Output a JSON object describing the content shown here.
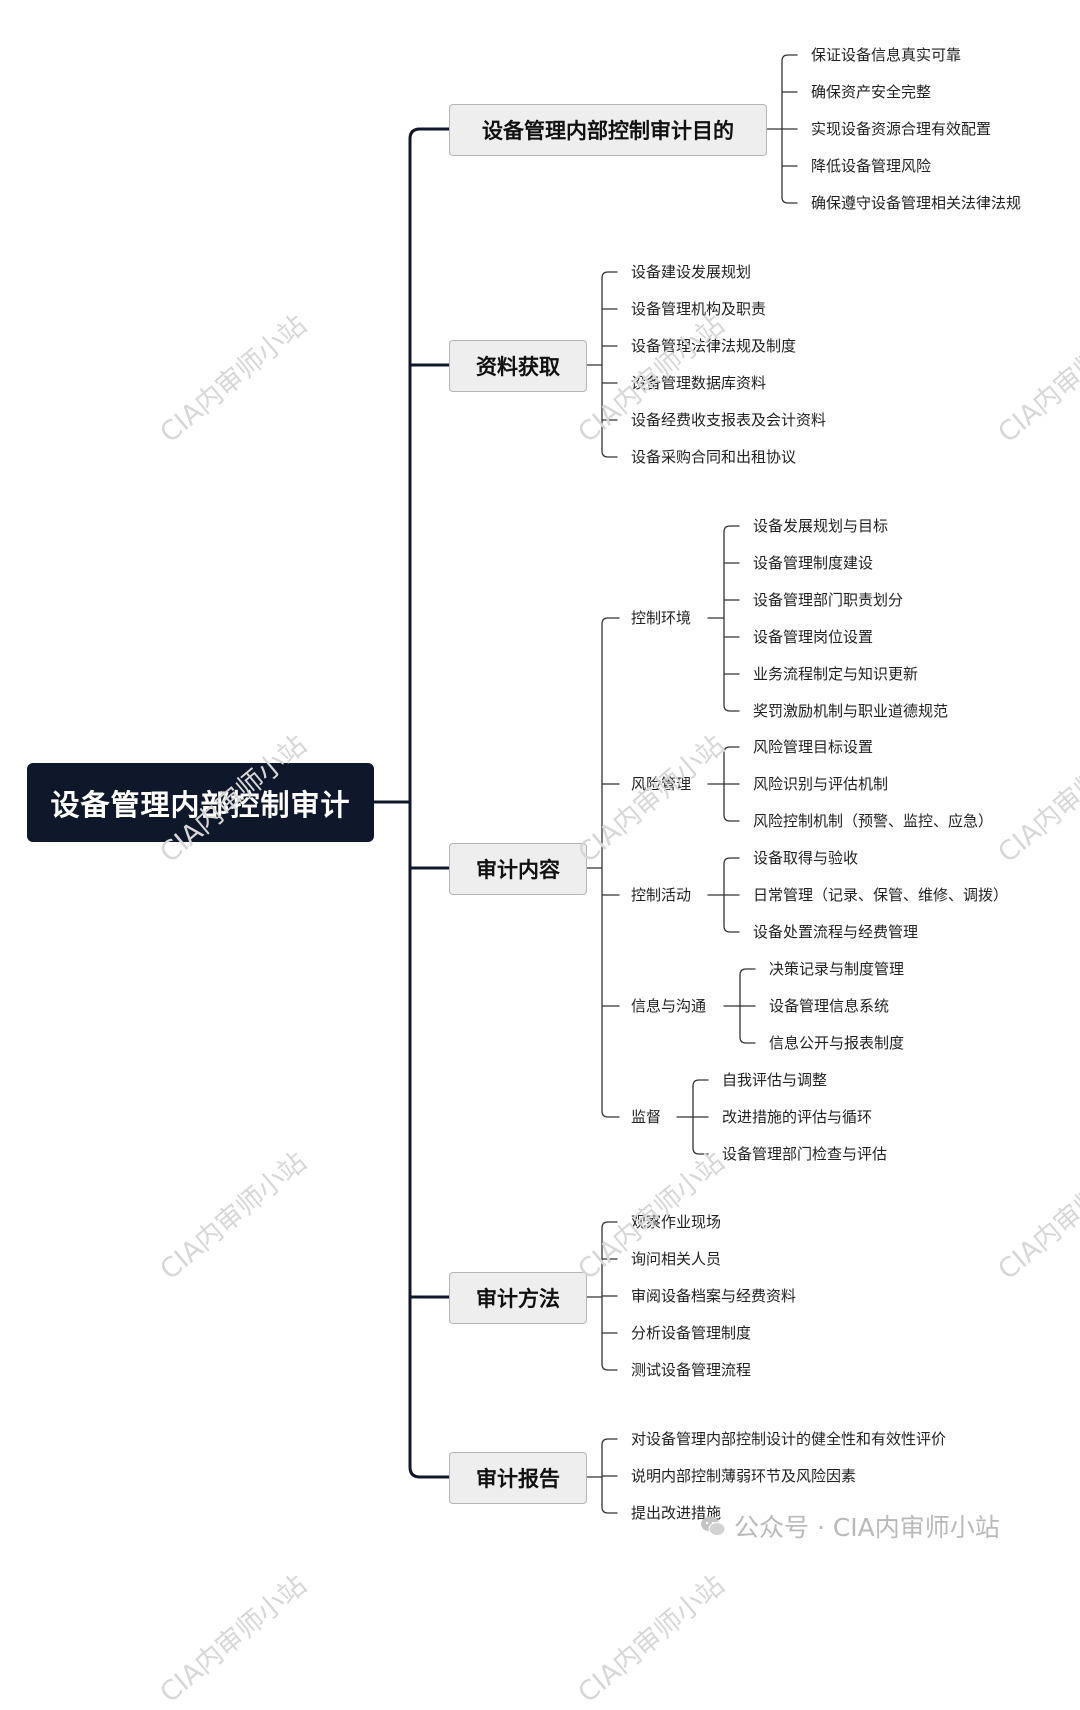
{
  "root": "设备管理内部控制审计",
  "branches": [
    {
      "label": "设备管理内部控制审计目的",
      "items": [
        "保证设备信息真实可靠",
        "确保资产安全完整",
        "实现设备资源合理有效配置",
        "降低设备管理风险",
        "确保遵守设备管理相关法律法规"
      ]
    },
    {
      "label": "资料获取",
      "items": [
        "设备建设发展规划",
        "设备管理机构及职责",
        "设备管理法律法规及制度",
        "设备管理数据库资料",
        "设备经费收支报表及会计资料",
        "设备采购合同和出租协议"
      ]
    },
    {
      "label": "审计内容",
      "subs": [
        {
          "label": "控制环境",
          "items": [
            "设备发展规划与目标",
            "设备管理制度建设",
            "设备管理部门职责划分",
            "设备管理岗位设置",
            "业务流程制定与知识更新",
            "奖罚激励机制与职业道德规范"
          ]
        },
        {
          "label": "风险管理",
          "items": [
            "风险管理目标设置",
            "风险识别与评估机制",
            "风险控制机制（预警、监控、应急）"
          ]
        },
        {
          "label": "控制活动",
          "items": [
            "设备取得与验收",
            "日常管理（记录、保管、维修、调拨）",
            "设备处置流程与经费管理"
          ]
        },
        {
          "label": "信息与沟通",
          "items": [
            "决策记录与制度管理",
            "设备管理信息系统",
            "信息公开与报表制度"
          ]
        },
        {
          "label": "监督",
          "items": [
            "自我评估与调整",
            "改进措施的评估与循环",
            "设备管理部门检查与评估"
          ]
        }
      ]
    },
    {
      "label": "审计方法",
      "items": [
        "观察作业现场",
        "询问相关人员",
        "审阅设备档案与经费资料",
        "分析设备管理制度",
        "测试设备管理流程"
      ]
    },
    {
      "label": "审计报告",
      "items": [
        "对设备管理内部控制设计的健全性和有效性评价",
        "说明内部控制薄弱环节及风险因素",
        "提出改进措施"
      ]
    }
  ],
  "watermark": "CIA内审师小站",
  "footer": "公众号 · CIA内审师小站",
  "colors": {
    "root_bg": "#0f172a",
    "line": "#0f172a",
    "branch_bg": "#eeeeee",
    "leaf_line": "#333333"
  }
}
